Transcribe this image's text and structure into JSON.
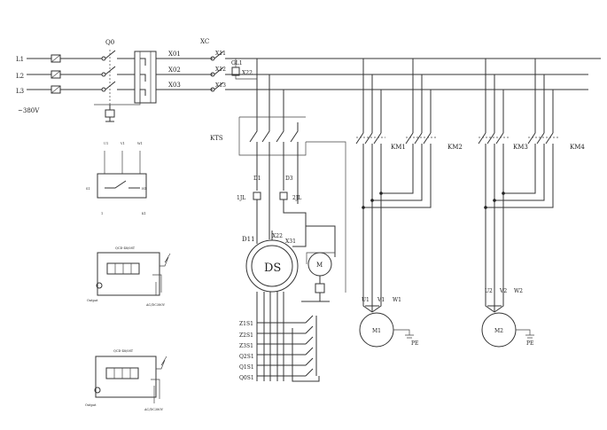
{
  "supply": {
    "phases": [
      "L1",
      "L2",
      "L3"
    ],
    "voltage": "~380V"
  },
  "switches": {
    "q0": "Q0",
    "xc": "XC",
    "kts": "KTS",
    "km1": "KM1",
    "km2": "KM2",
    "km3": "KM3",
    "km4": "KM4"
  },
  "terminals": {
    "x01": "X01",
    "x02": "X02",
    "x03": "X03",
    "x11": "X11",
    "x12": "X12",
    "x13": "X13",
    "x22": "X22",
    "x31": "X31"
  },
  "parts": {
    "gl1": "GL1",
    "d1": "D1",
    "d3": "D3",
    "l1l": "1JL",
    "l2l": "2JL",
    "d11": "D11",
    "ds": "DS",
    "m": "M",
    "m1": "M1",
    "m2": "M2",
    "pe1": "PE",
    "pe2": "PE"
  },
  "motor_terminals": {
    "m1": [
      "U1",
      "V1",
      "W1"
    ],
    "m2": [
      "U2",
      "V2",
      "W2"
    ]
  },
  "contact_labels": [
    "Z1S1",
    "Z2S1",
    "Z3S1",
    "Q2S1",
    "Q1S1",
    "Q0S1"
  ],
  "mini_panels": {
    "panel1_labels": [
      "U1",
      "V1",
      "W1"
    ],
    "panel1_side_left": "S1",
    "panel1_side_right": "H1",
    "panel1_bottom_left": "1",
    "panel1_bottom_right": "K1",
    "panel2_header": "QCD-48/08T",
    "panel2_left": "Output",
    "panel2_right": "AC/DC380V",
    "panel3_header": "QCD-48/08T",
    "panel3_left": "Output",
    "panel3_right": "AC/DC380V"
  }
}
